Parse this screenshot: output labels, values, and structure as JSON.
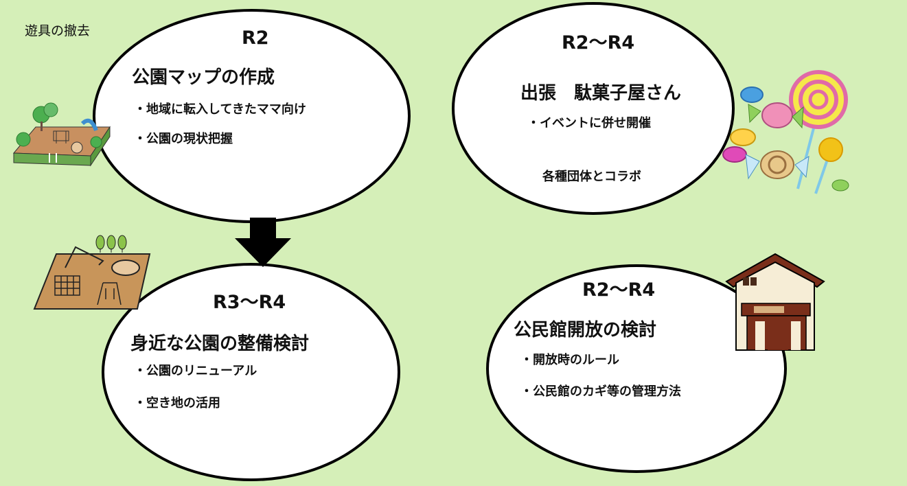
{
  "corner_label": "遊具の撤去",
  "bubbles": [
    {
      "year": "R2",
      "heading": "公園マップの作成",
      "bullets": [
        "・地域に転入してきたママ向け",
        "・公園の現状把握"
      ]
    },
    {
      "year": "R2～R4",
      "heading": "出張　駄菓子屋さん",
      "bullets": [
        "・イベントに併せ開催"
      ],
      "note": "各種団体とコラボ"
    },
    {
      "year": "R3～R4",
      "heading": "身近な公園の整備検討",
      "bullets": [
        "・公園のリニューアル",
        "・空き地の活用"
      ]
    },
    {
      "year": "R2～R4",
      "heading": "公民館開放の検討",
      "bullets": [
        "・開放時のルール",
        "・公民館のカギ等の管理方法"
      ]
    }
  ],
  "icons": [
    "park-illustration-icon",
    "candy-illustration-icon",
    "playground-illustration-icon",
    "community-hall-illustration-icon",
    "down-arrow-icon"
  ],
  "colors": {
    "background": "#d5efb8",
    "border": "#000000",
    "bubble_fill": "#ffffff",
    "hall_wall": "#7a2e1a"
  }
}
